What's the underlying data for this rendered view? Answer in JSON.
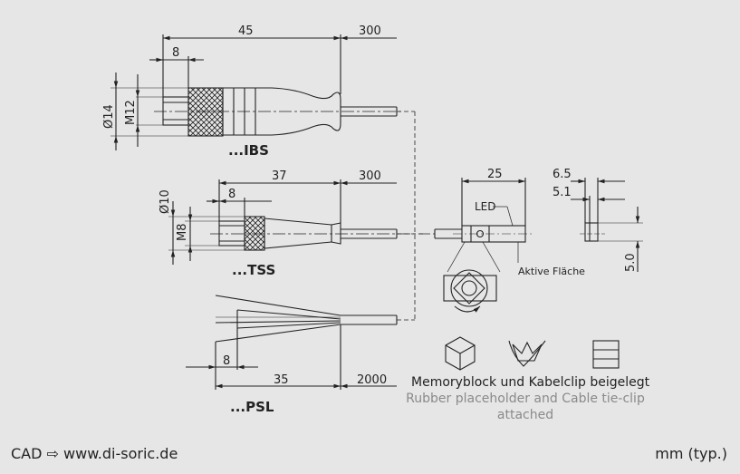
{
  "variants": {
    "ibs": {
      "label": "...IBS",
      "len_body": "45",
      "len_cable": "300",
      "len_thread": "8",
      "dia_outer": "Ø14",
      "dia_thread": "M12"
    },
    "tss": {
      "label": "...TSS",
      "len_body": "37",
      "len_cable": "300",
      "len_thread": "8",
      "dia_outer": "Ø10",
      "dia_thread": "M8"
    },
    "psl": {
      "label": "...PSL",
      "len_thread": "8",
      "len_body": "35",
      "len_cable": "2000"
    }
  },
  "sensor": {
    "len_total": "25",
    "led_label": "LED",
    "active_face": "Aktive Fläche",
    "side_dim_a": "6.5",
    "side_dim_b": "5.1",
    "side_height": "5.0"
  },
  "accessories": {
    "german": "Memoryblock und Kabelclip beigelegt",
    "english_line1": "Rubber placeholder and Cable tie-clip",
    "english_line2": "attached"
  },
  "footer": {
    "cad": "CAD ⇨ www.di-soric.de",
    "unit": "mm (typ.)"
  },
  "colors": {
    "line": "#222222",
    "background": "#e6e6e6",
    "secondary_text": "#8a8a8a"
  }
}
